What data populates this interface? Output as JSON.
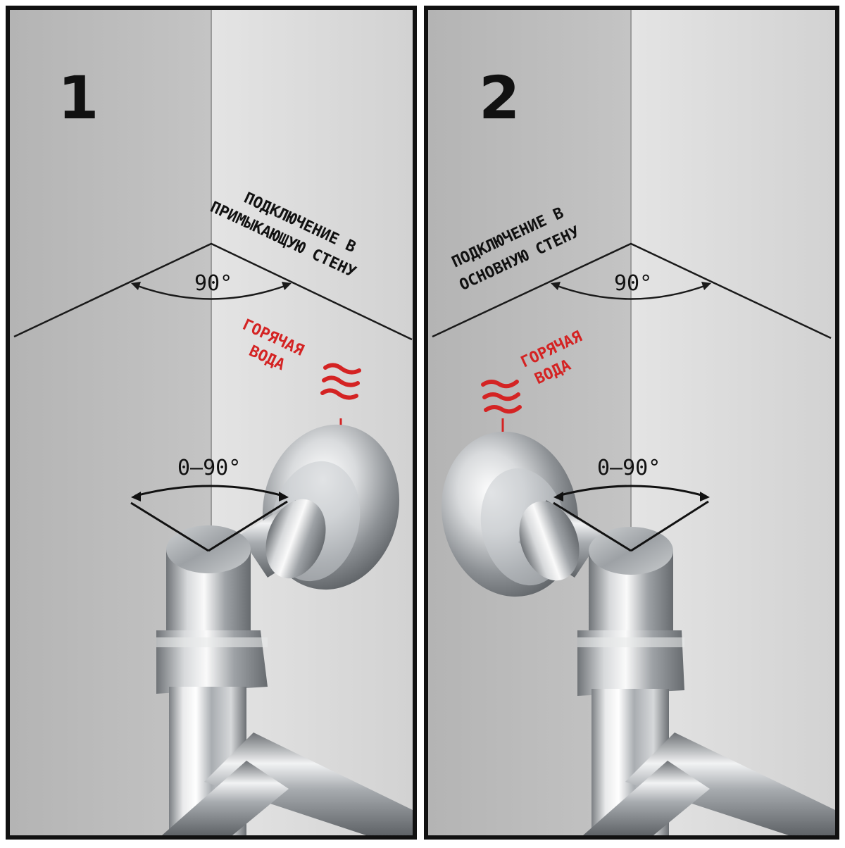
{
  "colors": {
    "frame": "#111111",
    "wall_dark": "#b9b9b9",
    "wall_light": "#d8d8d8",
    "hot_water": "#d42323",
    "line": "#1a1a1a",
    "chrome_hi": "#f6f6f6",
    "chrome_mid": "#b8bcc0",
    "chrome_dark": "#5e6266"
  },
  "panels": [
    {
      "number": "1",
      "title_line1": "ПОДКЛЮЧЕНИЕ В",
      "title_line2": "ПРИМЫКАЮЩУЮ СТЕНУ",
      "corner_angle": "90°",
      "rotation_angle": "0–90°",
      "hot_line1": "ГОРЯЧАЯ",
      "hot_line2": "ВОДА",
      "hot_icon": "heat-waves-icon"
    },
    {
      "number": "2",
      "title_line1": "ПОДКЛЮЧЕНИЕ В",
      "title_line2": "ОСНОВНУЮ СТЕНУ",
      "corner_angle": "90°",
      "rotation_angle": "0–90°",
      "hot_line1": "ГОРЯЧАЯ",
      "hot_line2": "ВОДА",
      "hot_icon": "heat-waves-icon"
    }
  ]
}
